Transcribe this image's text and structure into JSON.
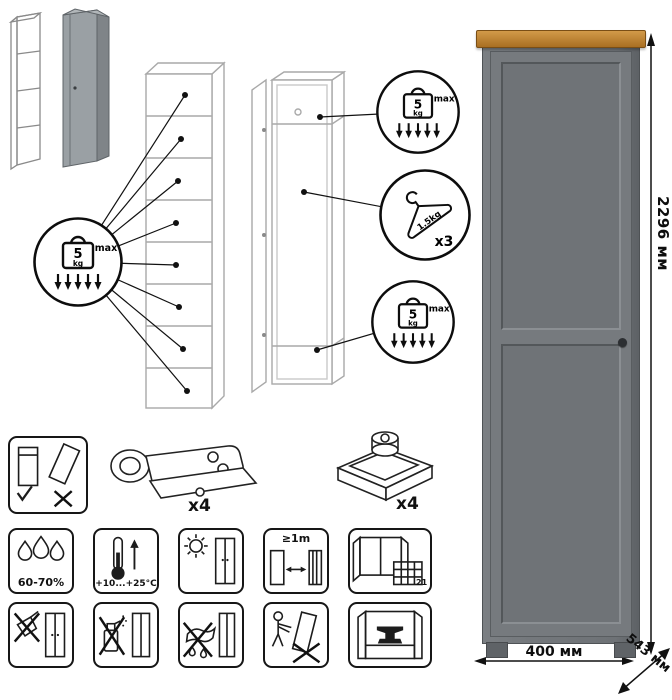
{
  "load": {
    "shelf_value": "5",
    "shelf_unit": "kg",
    "shelf_max": "max",
    "hanger_value": "1.5kg",
    "hanger_count": "x3"
  },
  "hardware": {
    "hinge_count": "x4",
    "foot_count": "x4"
  },
  "dimensions": {
    "height": "2296 мм",
    "width": "400 мм",
    "depth": "543 мм"
  },
  "conditions": {
    "humidity": "60-70%",
    "temperature": "+10...+25°C",
    "min_distance": "≥1m",
    "calendar_day": "21"
  },
  "colors": {
    "wardrobe_gray": "#73777b",
    "wood_top": "#bc7e30"
  },
  "icons": {
    "shelf_load_badge": "kettlebell-weight-with-down-arrows",
    "hanger_load_badge": "clothes-hanger",
    "hinge": "cup-hinge",
    "foot": "mounting-foot",
    "anti_tip": "tipping-cabinet-warning",
    "humidity": "water-drops",
    "temperature": "thermometer-up-arrow",
    "sunlight": "sun-and-cabinet",
    "heat_distance": "cabinet-radiator-distance",
    "ventilation": "open-window-with-calendar",
    "no_abrasive": "scraper-crossed",
    "no_solvent": "spray-bottle-crossed",
    "no_wet_cleaning": "wet-cloth-crossed",
    "no_dragging": "person-pushing-cabinet-crossed",
    "no_overload": "anvil-in-cabinet"
  }
}
